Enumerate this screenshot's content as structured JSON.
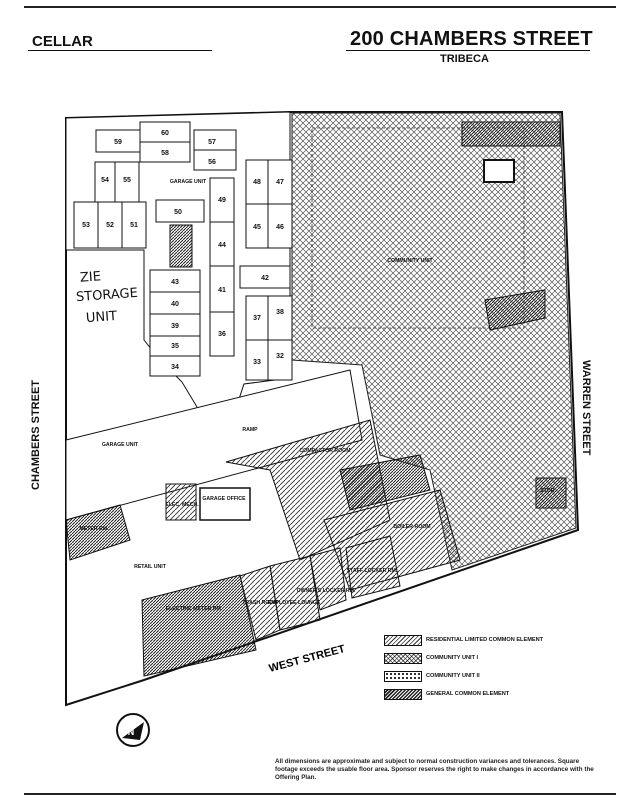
{
  "header": {
    "level": "CELLAR",
    "address": "200 CHAMBERS STREET",
    "neighborhood": "TRIBECA"
  },
  "streets": {
    "left": "CHAMBERS STREET",
    "right": "WARREN STREET",
    "bottom": "WEST STREET"
  },
  "handwritten_note": [
    "ZIE",
    "STORAGE",
    "UNIT"
  ],
  "areas": {
    "garage_unit_top": "GARAGE UNIT",
    "garage_unit_bottom": "GARAGE UNIT",
    "ramp": "RAMP",
    "community_unit": "COMMUNITY UNIT",
    "compactor_room": "COMPACTOR ROOM",
    "garage_office": "GARAGE OFFICE",
    "elec_mech": "ELEC. MECH.",
    "retail_unit": "RETAIL UNIT",
    "electric_meter_rm": "ELECTRIC METER RM.",
    "trash_room": "TRASH ROOM",
    "employee_lounge": "EMPLOYEE LOUNGE",
    "owners_locker_rm": "OWNER'S LOCKER RM.",
    "staff_locker_rm": "STAFF LOCKER RM.",
    "boiler_room": "BOILER ROOM",
    "meter_rm": "METER RM.",
    "storage": "STOR."
  },
  "storage_units": [
    "59",
    "60",
    "57",
    "58",
    "56",
    "54",
    "55",
    "48",
    "47",
    "49",
    "53",
    "52",
    "51",
    "50",
    "45",
    "46",
    "44",
    "43",
    "42",
    "40",
    "41",
    "39",
    "37",
    "38",
    "35",
    "36",
    "34",
    "33",
    "32"
  ],
  "legend": [
    {
      "label": "RESIDENTIAL LIMITED COMMON ELEMENT",
      "pattern": "diag"
    },
    {
      "label": "COMMUNITY UNIT I",
      "pattern": "cross"
    },
    {
      "label": "COMMUNITY UNIT II",
      "pattern": "dots"
    },
    {
      "label": "GENERAL COMMON ELEMENT",
      "pattern": "dense"
    }
  ],
  "footnote": "All dimensions are approximate and subject to normal construction variances and tolerances. Square footage exceeds the usable floor area. Sponsor reserves the right to make changes in accordance with the Offering Plan.",
  "compass": "N"
}
